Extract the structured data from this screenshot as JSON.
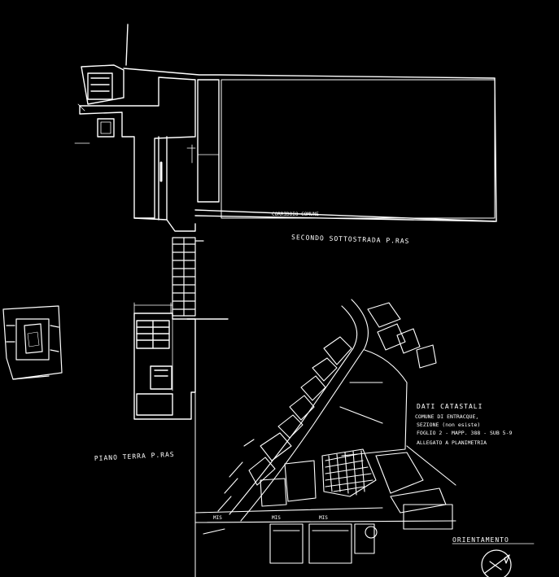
{
  "drawing": {
    "label_corridoio": "CORRIDOIO COMUNE",
    "label_secondo_sottostrada": "SECONDO SOTTOSTRADA P.RAS",
    "label_piano_terra": "PIANO TERRA P.RAS",
    "label_dati_catastali": "DATI CATASTALI",
    "nota_lines": [
      "COMUNE DI ENTRACQUE,",
      "SEZIONE (non esiste)",
      "FOGLIO 2 - MAPP. 388 - SUB 5-9",
      "ALLEGATO A PLANIMETRIA"
    ],
    "label_orientamento": "ORIENTAMENTO",
    "label_mis": "MIS",
    "stroke_color": "#ffffff",
    "background_color": "#000000"
  }
}
